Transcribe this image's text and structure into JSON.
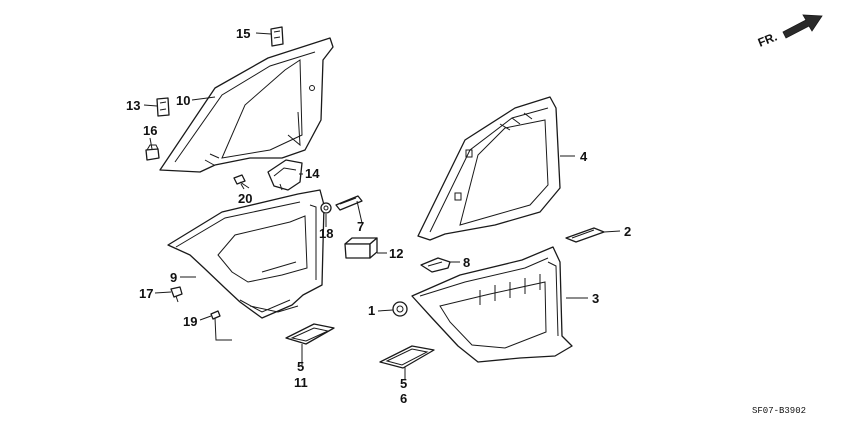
{
  "diagram": {
    "direction_label": "FR.",
    "drawing_code": "SF07-B3902",
    "callouts": {
      "c1": "1",
      "c2": "2",
      "c3": "3",
      "c4": "4",
      "c5a": "5",
      "c5b": "5",
      "c6": "6",
      "c7": "7",
      "c8": "8",
      "c9": "9",
      "c10": "10",
      "c11": "11",
      "c12": "12",
      "c13": "13",
      "c14": "14",
      "c15": "15",
      "c16": "16",
      "c17": "17",
      "c18": "18",
      "c19": "19",
      "c20": "20"
    }
  }
}
